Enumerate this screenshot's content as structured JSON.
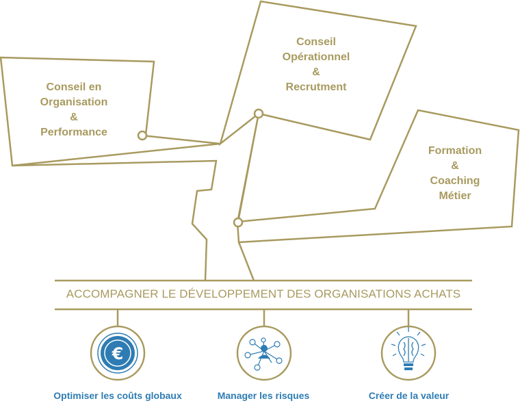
{
  "colors": {
    "gold": "#a89a5f",
    "blue": "#2e7cb3",
    "background": "#ffffff"
  },
  "boxes": {
    "organisation": {
      "lines": [
        "Conseil en",
        "Organisation",
        "&",
        "Performance"
      ]
    },
    "operationnel": {
      "lines": [
        "Conseil",
        "Opérationnel",
        "&",
        "Recrutment"
      ]
    },
    "formation": {
      "lines": [
        "Formation",
        "&",
        "Coaching",
        "Métier"
      ]
    }
  },
  "banner": "ACCOMPAGNER LE DÉVELOPPEMENT DES ORGANISATIONS ACHATS",
  "axes": [
    {
      "label": "Optimiser les coûts globaux",
      "icon": "euro-icon"
    },
    {
      "label": "Manager les risques",
      "icon": "network-person-icon"
    },
    {
      "label": "Créer de la valeur",
      "icon": "lightbulb-brain-icon"
    }
  ]
}
